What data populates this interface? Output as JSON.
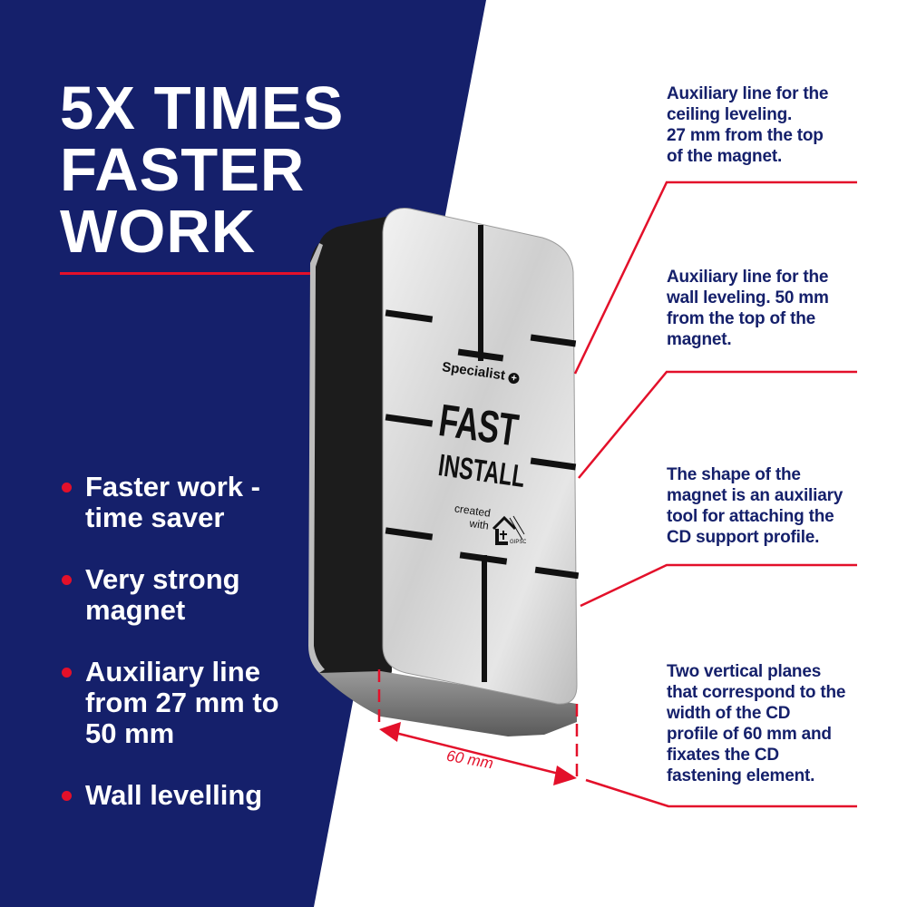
{
  "colors": {
    "navy": "#15206b",
    "accent_red": "#e3102a",
    "white": "#ffffff",
    "magnet_face": "#d9d9d9",
    "magnet_side": "#1c1c1c"
  },
  "headline": {
    "lines": [
      "5X TIMES",
      "FASTER",
      "WORK"
    ]
  },
  "bullets": [
    {
      "icon": "red-dot-icon",
      "text": "Faster work -\ntime saver"
    },
    {
      "icon": "red-dot-icon",
      "text": "Very strong\nmagnet"
    },
    {
      "icon": "red-dot-icon",
      "text": "Auxiliary line\nfrom 27 mm to\n50 mm"
    },
    {
      "icon": "red-dot-icon",
      "text": "Wall levelling"
    }
  ],
  "product": {
    "brand": "Specialist",
    "brand_icon": "plus-circle-icon",
    "name_line1": "FAST",
    "name_line2": "INSTALL",
    "created_line1": "created",
    "created_line2": "with",
    "partner_logo": "gipso-asai-house-logo-icon",
    "partner_text": "GIPSO ASAI"
  },
  "dimension": {
    "label": "60 mm"
  },
  "callouts": [
    {
      "text": "Auxiliary line for the\nceiling leveling.\n27 mm from the top\nof the magnet."
    },
    {
      "text": "Auxiliary line for the\nwall leveling. 50 mm\nfrom the top of the\nmagnet."
    },
    {
      "text": "The shape of the\nmagnet is an auxiliary\ntool for attaching the\nCD support profile."
    },
    {
      "text": "Two vertical planes\nthat correspond to the\nwidth of the CD\nprofile of 60 mm and\nfixates the CD\nfastening element."
    }
  ]
}
